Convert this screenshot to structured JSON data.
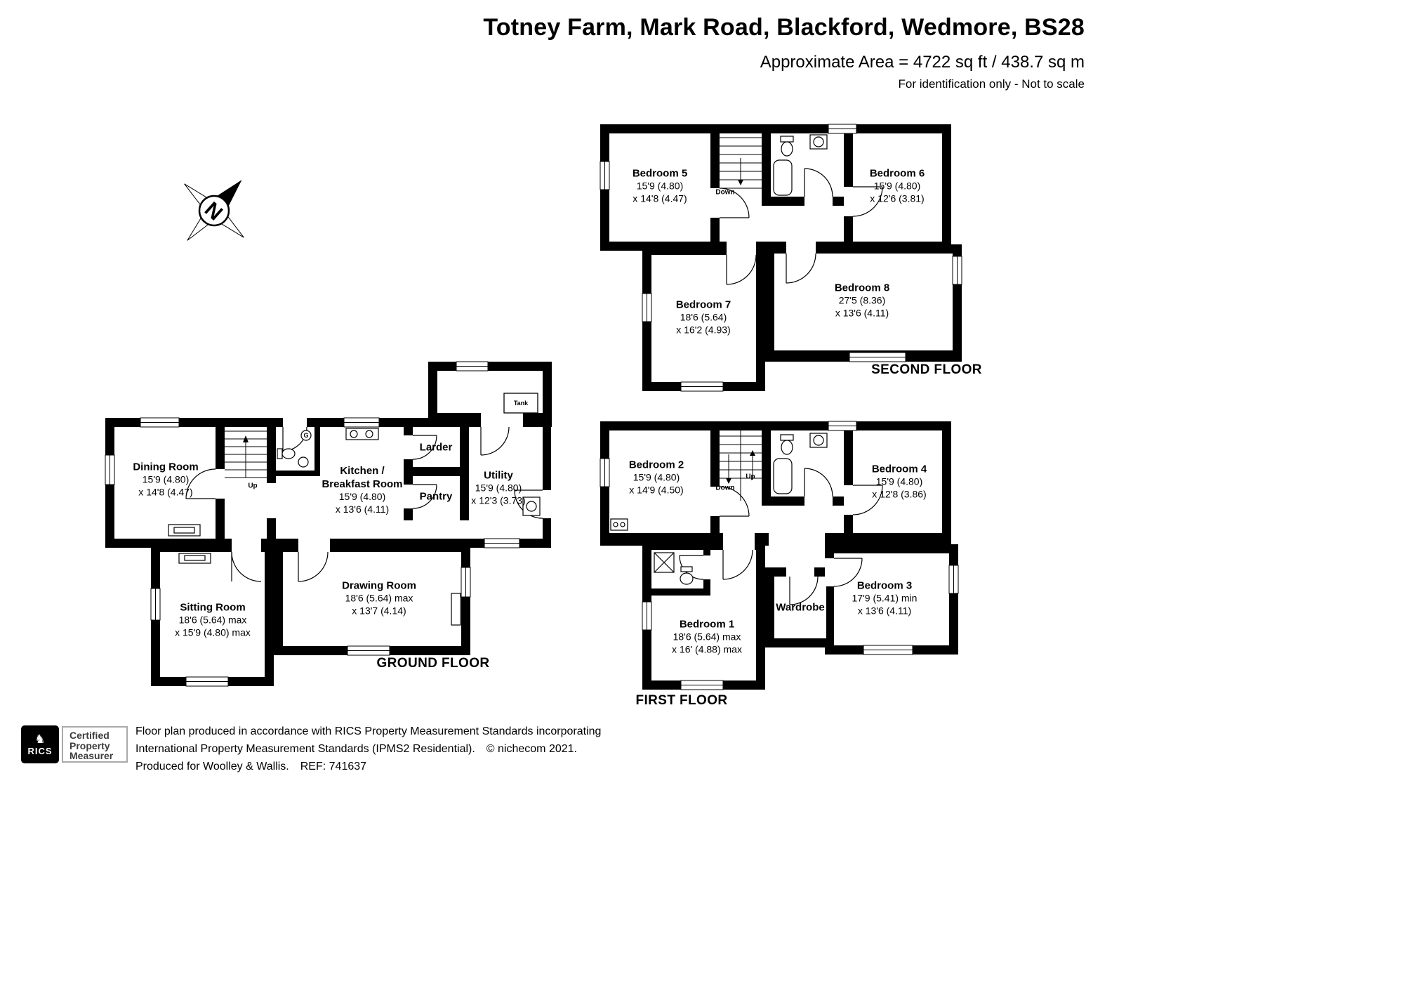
{
  "header": {
    "title": "Totney Farm, Mark Road, Blackford, Wedmore, BS28",
    "area_line": "Approximate Area = 4722 sq ft / 438.7 sq m",
    "note": "For identification only - Not to scale"
  },
  "compass": {
    "north_label": "N"
  },
  "floors": {
    "second": {
      "label": "SECOND FLOOR",
      "stairs": {
        "down": "Down"
      },
      "rooms": {
        "bedroom5": {
          "name": "Bedroom 5",
          "dim1": "15'9 (4.80)",
          "dim2": "x 14'8 (4.47)"
        },
        "bedroom6": {
          "name": "Bedroom 6",
          "dim1": "15'9 (4.80)",
          "dim2": "x 12'6 (3.81)"
        },
        "bedroom7": {
          "name": "Bedroom 7",
          "dim1": "18'6 (5.64)",
          "dim2": "x 16'2 (4.93)"
        },
        "bedroom8": {
          "name": "Bedroom 8",
          "dim1": "27'5 (8.36)",
          "dim2": "x 13'6 (4.11)"
        }
      }
    },
    "first": {
      "label": "FIRST FLOOR",
      "stairs": {
        "down": "Down",
        "up": "Up"
      },
      "rooms": {
        "bedroom1": {
          "name": "Bedroom 1",
          "dim1": "18'6 (5.64) max",
          "dim2": "x 16' (4.88) max"
        },
        "bedroom2": {
          "name": "Bedroom 2",
          "dim1": "15'9 (4.80)",
          "dim2": "x 14'9 (4.50)"
        },
        "bedroom3": {
          "name": "Bedroom 3",
          "dim1": "17'9 (5.41) min",
          "dim2": "x 13'6 (4.11)"
        },
        "bedroom4": {
          "name": "Bedroom 4",
          "dim1": "15'9 (4.80)",
          "dim2": "x 12'8 (3.86)"
        },
        "wardrobe": {
          "name": "Wardrobe"
        }
      }
    },
    "ground": {
      "label": "GROUND FLOOR",
      "stairs": {
        "up": "Up"
      },
      "rooms": {
        "dining": {
          "name": "Dining Room",
          "dim1": "15'9 (4.80)",
          "dim2": "x 14'8 (4.47)"
        },
        "kitchen": {
          "name": "Kitchen / Breakfast Room",
          "dim1": "15'9 (4.80)",
          "dim2": "x 13'6 (4.11)"
        },
        "larder": {
          "name": "Larder"
        },
        "pantry": {
          "name": "Pantry"
        },
        "utility": {
          "name": "Utility",
          "dim1": "15'9 (4.80)",
          "dim2": "x 12'3 (3.73)"
        },
        "tank": {
          "name": "Tank"
        },
        "boiler": {
          "name": "G"
        },
        "drawing": {
          "name": "Drawing Room",
          "dim1": "18'6 (5.64) max",
          "dim2": "x 13'7 (4.14)"
        },
        "sitting": {
          "name": "Sitting Room",
          "dim1": "18'6 (5.64) max",
          "dim2": "x 15'9 (4.80) max"
        }
      }
    }
  },
  "footer": {
    "logo_text": "RICS",
    "cert": [
      "Certified",
      "Property",
      "Measurer"
    ],
    "line1": "Floor plan produced in accordance with RICS Property Measurement Standards incorporating",
    "line2": "International Property Measurement Standards (IPMS2 Residential).",
    "copyright": "© nichecom 2021.",
    "line3": "Produced for Woolley & Wallis.",
    "ref": "REF: 741637"
  }
}
